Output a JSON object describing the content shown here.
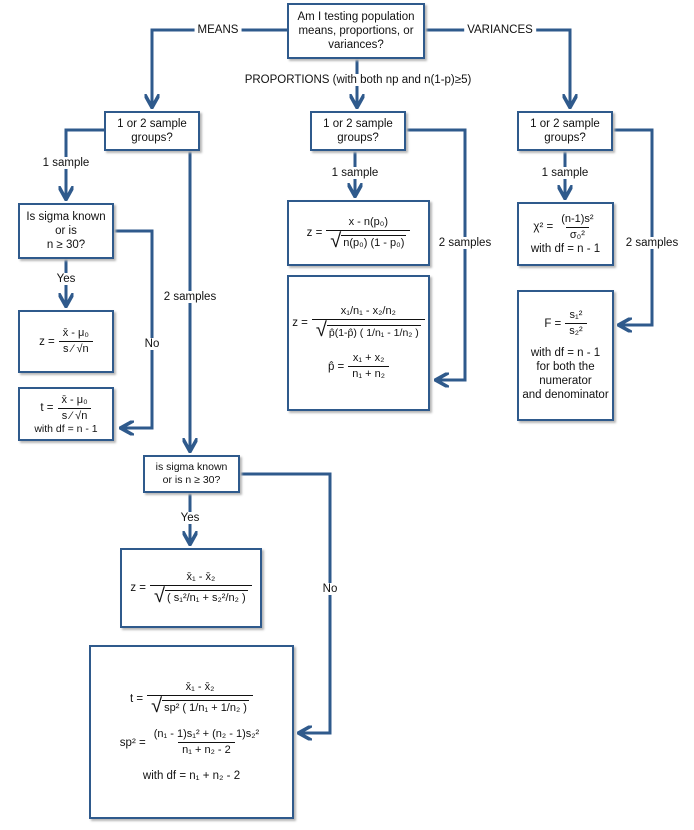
{
  "start": {
    "question": [
      "Am I testing population",
      "means, proportions, or",
      "variances?"
    ]
  },
  "branches": {
    "means": "MEANS",
    "variances": "VARIANCES",
    "proportions": "PROPORTIONS (with both np and n(1-p)≥5)"
  },
  "groups_question": "1 or 2 sample groups?",
  "labels": {
    "one_sample": "1 sample",
    "two_samples": "2 samples",
    "yes": "Yes",
    "no": "No"
  },
  "means": {
    "sigma_q1": [
      "Is sigma known",
      "or is",
      "n ≥ 30?"
    ],
    "z1": {
      "lhs": "z =",
      "num": "x̄ - μ₀",
      "den": "s ⁄ √n"
    },
    "t1": {
      "lhs": "t =",
      "num": "x̄ - μ₀",
      "den": "s ⁄ √n",
      "df": "with df = n - 1"
    },
    "sigma_q2": [
      "is sigma known",
      "or is n ≥ 30?"
    ],
    "z2": {
      "lhs": "z =",
      "num": "x̄₁ - x̄₂",
      "rad": "( s₁²/n₁ + s₂²/n₂ )"
    },
    "t2": {
      "lhs": "t =",
      "num": "x̄₁ - x̄₂",
      "rad": "sp² ( 1/n₁ + 1/n₂ )",
      "sp_lhs": "sp² =",
      "sp_num": "(n₁ - 1)s₁² + (n₂ - 1)s₂²",
      "sp_den": "n₁ + n₂ - 2",
      "df": "with df = n₁ + n₂ - 2"
    }
  },
  "proportions": {
    "z1": {
      "lhs": "z =",
      "num": "x - n(p₀)",
      "rad": "n(p₀) (1 - p₀)"
    },
    "z2": {
      "lhs": "z =",
      "num": "x₁/n₁ - x₂/n₂",
      "rad": "p̂(1-p̂) ( 1/n₁ - 1/n₂ )",
      "phat_lhs": "p̂ =",
      "phat_num": "x₁ + x₂",
      "phat_den": "n₁ + n₂"
    }
  },
  "variances": {
    "chi": {
      "lhs": "χ² =",
      "num": "(n-1)s²",
      "den": "σ₀²",
      "df": "with df = n - 1"
    },
    "f": {
      "lhs": "F =",
      "num": "s₁²",
      "den": "s₂²",
      "df": [
        "with df = n - 1",
        "for both the",
        "numerator",
        "and denominator"
      ]
    }
  },
  "colors": {
    "line": "#2f5a8c"
  }
}
